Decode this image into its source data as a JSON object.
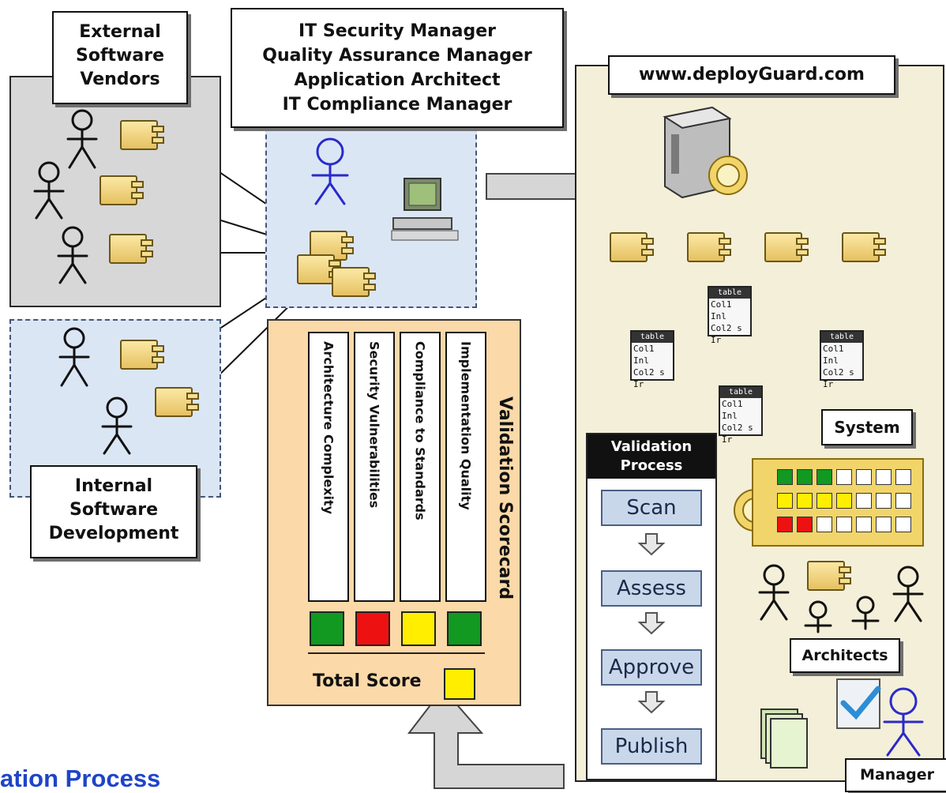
{
  "external": {
    "title": "External\nSoftware\nVendors"
  },
  "internal": {
    "title": "Internal\nSoftware\nDevelopment"
  },
  "roles": {
    "lines": [
      "IT Security Manager",
      "Quality Assurance Manager",
      "Application Architect",
      "IT Compliance Manager"
    ]
  },
  "deploy": {
    "title": "www.deployGuard.com",
    "system_label": "System",
    "architects_label": "Architects",
    "manager_label": "Manager"
  },
  "table_icon": {
    "header": "table",
    "row1": "Col1 Inl",
    "row2": "Col2 s Ir"
  },
  "scorecard": {
    "title": "Validation Scorecard",
    "categories": [
      "Architecture Complexity",
      "Security Vulnerabilities",
      "Compliance to Standards",
      "Implementation Quality"
    ],
    "statuses": [
      "green",
      "red",
      "yellow",
      "green"
    ],
    "total_label": "Total Score",
    "total_status": "yellow"
  },
  "validation_process": {
    "title": "Validation\nProcess",
    "steps": [
      "Scan",
      "Assess",
      "Approve",
      "Publish"
    ]
  },
  "status_grid": {
    "rows": [
      [
        "green",
        "green",
        "green",
        "white",
        "white",
        "white",
        "white"
      ],
      [
        "yellow",
        "yellow",
        "yellow",
        "yellow",
        "white",
        "white",
        "white"
      ],
      [
        "red",
        "red",
        "white",
        "white",
        "white",
        "white",
        "white"
      ]
    ]
  },
  "footer": {
    "caption": "ation Process"
  },
  "colors": {
    "green": "#119922",
    "red": "#ee1111",
    "yellow": "#ffee00",
    "white": "#ffffff",
    "caption": "#1f44c8"
  }
}
